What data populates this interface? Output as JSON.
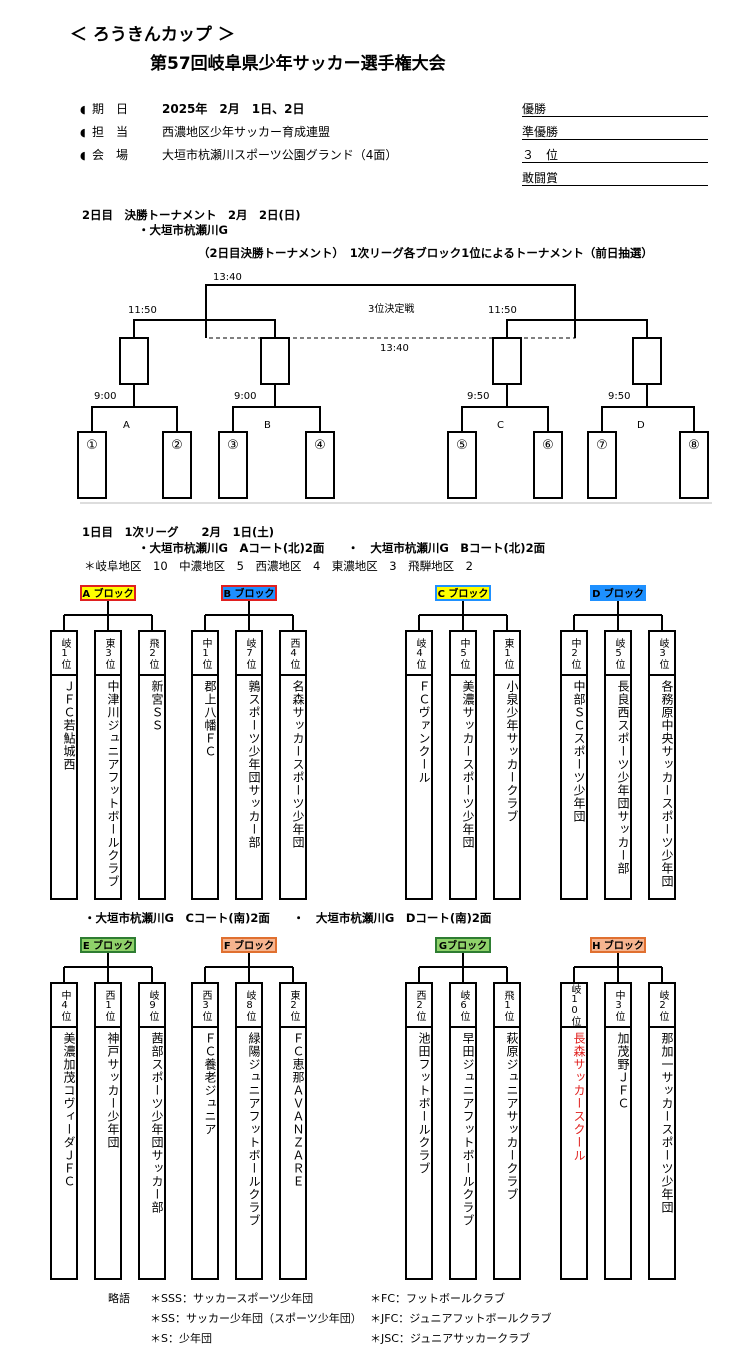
{
  "header": {
    "cup": "＜ ろうきんカップ ＞",
    "title": "第57回岐阜県少年サッカー選手権大会"
  },
  "info": [
    {
      "bullet": "◖",
      "label": "期　日",
      "value": "2025年　2月　1日、2日"
    },
    {
      "bullet": "◖",
      "label": "担　当",
      "value": "西濃地区少年サッカー育成連盟"
    },
    {
      "bullet": "◖",
      "label": "会　場",
      "value": "大垣市杭瀬川スポーツ公園グランド（4面）"
    }
  ],
  "results": [
    "優勝",
    "準優勝",
    "３　位",
    "敢闘賞"
  ],
  "day2": {
    "title": "2日目　決勝トーナメント　2月　2日(日)",
    "venue": "・大垣市杭瀬川G",
    "subtitle": "（2日目決勝トーナメント）　1次リーグ各ブロック1位によるトーナメント（前日抽選）",
    "final_time": "13:40",
    "third_time": "13:40",
    "third_label": "3位決定戦",
    "semi_times": [
      "11:50",
      "11:50"
    ],
    "quarter_times": [
      "9:00",
      "9:00",
      "9:50",
      "9:50"
    ],
    "quarter_labels": [
      "A",
      "B",
      "C",
      "D"
    ],
    "slots": [
      "①",
      "②",
      "③",
      "④",
      "⑤",
      "⑥",
      "⑦",
      "⑧"
    ]
  },
  "day1": {
    "title": "1日目　1次リーグ　　2月　1日(土)",
    "courts_ab": "・大垣市杭瀬川G　Aコート(北)2面　　・　大垣市杭瀬川G　Bコート(北)2面",
    "quota": "＊岐阜地区　10　中濃地区　5　西濃地区　4　東濃地区　3　飛騨地区　2",
    "courts_cd": "・大垣市杭瀬川G　Cコート(南)2面　　・　大垣市杭瀬川G　Dコート(南)2面"
  },
  "blocks": [
    {
      "label": "A ブロック",
      "color": "#ffff00",
      "border": "#e02020",
      "teams": [
        {
          "rank": "岐1位",
          "name": "ＪＦＣ若鮎城西",
          "red": false
        },
        {
          "rank": "東3位",
          "name": "中津川ジュニアフットボールクラブ",
          "red": false
        },
        {
          "rank": "飛2位",
          "name": "新宮ＳＳ",
          "red": false
        }
      ]
    },
    {
      "label": "B ブロック",
      "color": "#1e90ff",
      "border": "#e02020",
      "teams": [
        {
          "rank": "中1位",
          "name": "郡上八幡ＦＣ",
          "red": false
        },
        {
          "rank": "岐7位",
          "name": "鶉スポーツ少年団サッカー部",
          "red": false
        },
        {
          "rank": "西4位",
          "name": "名森サッカースポーツ少年団",
          "red": false
        }
      ]
    },
    {
      "label": "C ブロック",
      "color": "#ffff00",
      "border": "#1e90ff",
      "teams": [
        {
          "rank": "岐4位",
          "name": "ＦＣヴァンクール",
          "red": false
        },
        {
          "rank": "中5位",
          "name": "美濃サッカースポーツ少年団",
          "red": false
        },
        {
          "rank": "東1位",
          "name": "小泉少年サッカークラブ",
          "red": false
        }
      ]
    },
    {
      "label": "D ブロック",
      "color": "#1e90ff",
      "border": "#1e90ff",
      "teams": [
        {
          "rank": "中2位",
          "name": "中部ＳＣスポーツ少年団",
          "red": false
        },
        {
          "rank": "岐5位",
          "name": "長良西スポーツ少年団サッカー部",
          "red": false
        },
        {
          "rank": "岐3位",
          "name": "各務原中央サッカースポーツ少年団",
          "red": false
        }
      ]
    },
    {
      "label": "E ブロック",
      "color": "#8fd16a",
      "border": "#2e7d32",
      "teams": [
        {
          "rank": "中4位",
          "name": "美濃加茂コヴィーダＪＦＣ",
          "red": false
        },
        {
          "rank": "西1位",
          "name": "神戸サッカー少年団",
          "red": false
        },
        {
          "rank": "岐9位",
          "name": "茜部スポーツ少年団サッカー部",
          "red": false
        }
      ]
    },
    {
      "label": "F ブロック",
      "color": "#f6b48f",
      "border": "#e07030",
      "teams": [
        {
          "rank": "西3位",
          "name": "ＦＣ養老ジュニア",
          "red": false
        },
        {
          "rank": "岐8位",
          "name": "緑陽ジュニアフットボールクラブ",
          "red": false
        },
        {
          "rank": "東2位",
          "name": "ＦＣ恵那ＡＶＡＮＺＡＲＥ",
          "red": false
        }
      ]
    },
    {
      "label": "Gブロック",
      "color": "#8fd16a",
      "border": "#2e7d32",
      "teams": [
        {
          "rank": "西2位",
          "name": "池田フットボールクラブ",
          "red": false
        },
        {
          "rank": "岐6位",
          "name": "早田ジュニアフットボールクラブ",
          "red": false
        },
        {
          "rank": "飛1位",
          "name": "萩原ジュニアサッカークラブ",
          "red": false
        }
      ]
    },
    {
      "label": "H ブロック",
      "color": "#f6b48f",
      "border": "#e07030",
      "teams": [
        {
          "rank": "岐10位",
          "name": "長森サッカースクール",
          "red": true
        },
        {
          "rank": "中3位",
          "name": "加茂野ＪＦＣ",
          "red": false
        },
        {
          "rank": "岐2位",
          "name": "那加一サッカースポーツ少年団",
          "red": false
        }
      ]
    }
  ],
  "legend": {
    "title": "略語",
    "items": [
      "＊SSS：サッカースポーツ少年団",
      "＊SS：サッカー少年団（スポーツ少年団）",
      "＊S：少年団",
      "＊FC：フットボールクラブ",
      "＊JFC：ジュニアフットボールクラブ",
      "＊JSC：ジュニアサッカークラブ"
    ]
  }
}
